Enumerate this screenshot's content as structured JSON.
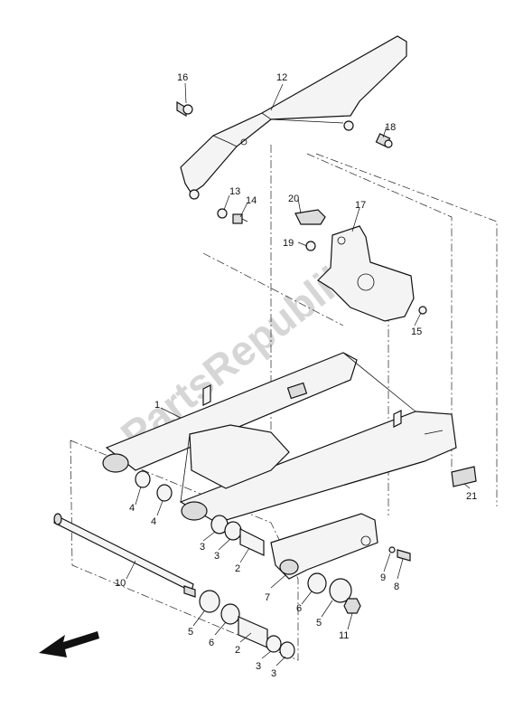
{
  "watermark": "PartsRepublik",
  "callouts": [
    {
      "id": "c16",
      "text": "16"
    },
    {
      "id": "c12",
      "text": "12"
    },
    {
      "id": "c18",
      "text": "18"
    },
    {
      "id": "c13",
      "text": "13"
    },
    {
      "id": "c14",
      "text": "14"
    },
    {
      "id": "c20",
      "text": "20"
    },
    {
      "id": "c17",
      "text": "17"
    },
    {
      "id": "c19",
      "text": "19"
    },
    {
      "id": "c15",
      "text": "15"
    },
    {
      "id": "c1",
      "text": "1"
    },
    {
      "id": "c21",
      "text": "21"
    },
    {
      "id": "c4a",
      "text": "4"
    },
    {
      "id": "c4b",
      "text": "4"
    },
    {
      "id": "c3a",
      "text": "3"
    },
    {
      "id": "c3b",
      "text": "3"
    },
    {
      "id": "c2a",
      "text": "2"
    },
    {
      "id": "c9",
      "text": "9"
    },
    {
      "id": "c8",
      "text": "8"
    },
    {
      "id": "c10",
      "text": "10"
    },
    {
      "id": "c7",
      "text": "7"
    },
    {
      "id": "c6a",
      "text": "6"
    },
    {
      "id": "c5a",
      "text": "5"
    },
    {
      "id": "c11",
      "text": "11"
    },
    {
      "id": "c5b",
      "text": "5"
    },
    {
      "id": "c6b",
      "text": "6"
    },
    {
      "id": "c2b",
      "text": "2"
    },
    {
      "id": "c3c",
      "text": "3"
    },
    {
      "id": "c3d",
      "text": "3"
    }
  ]
}
